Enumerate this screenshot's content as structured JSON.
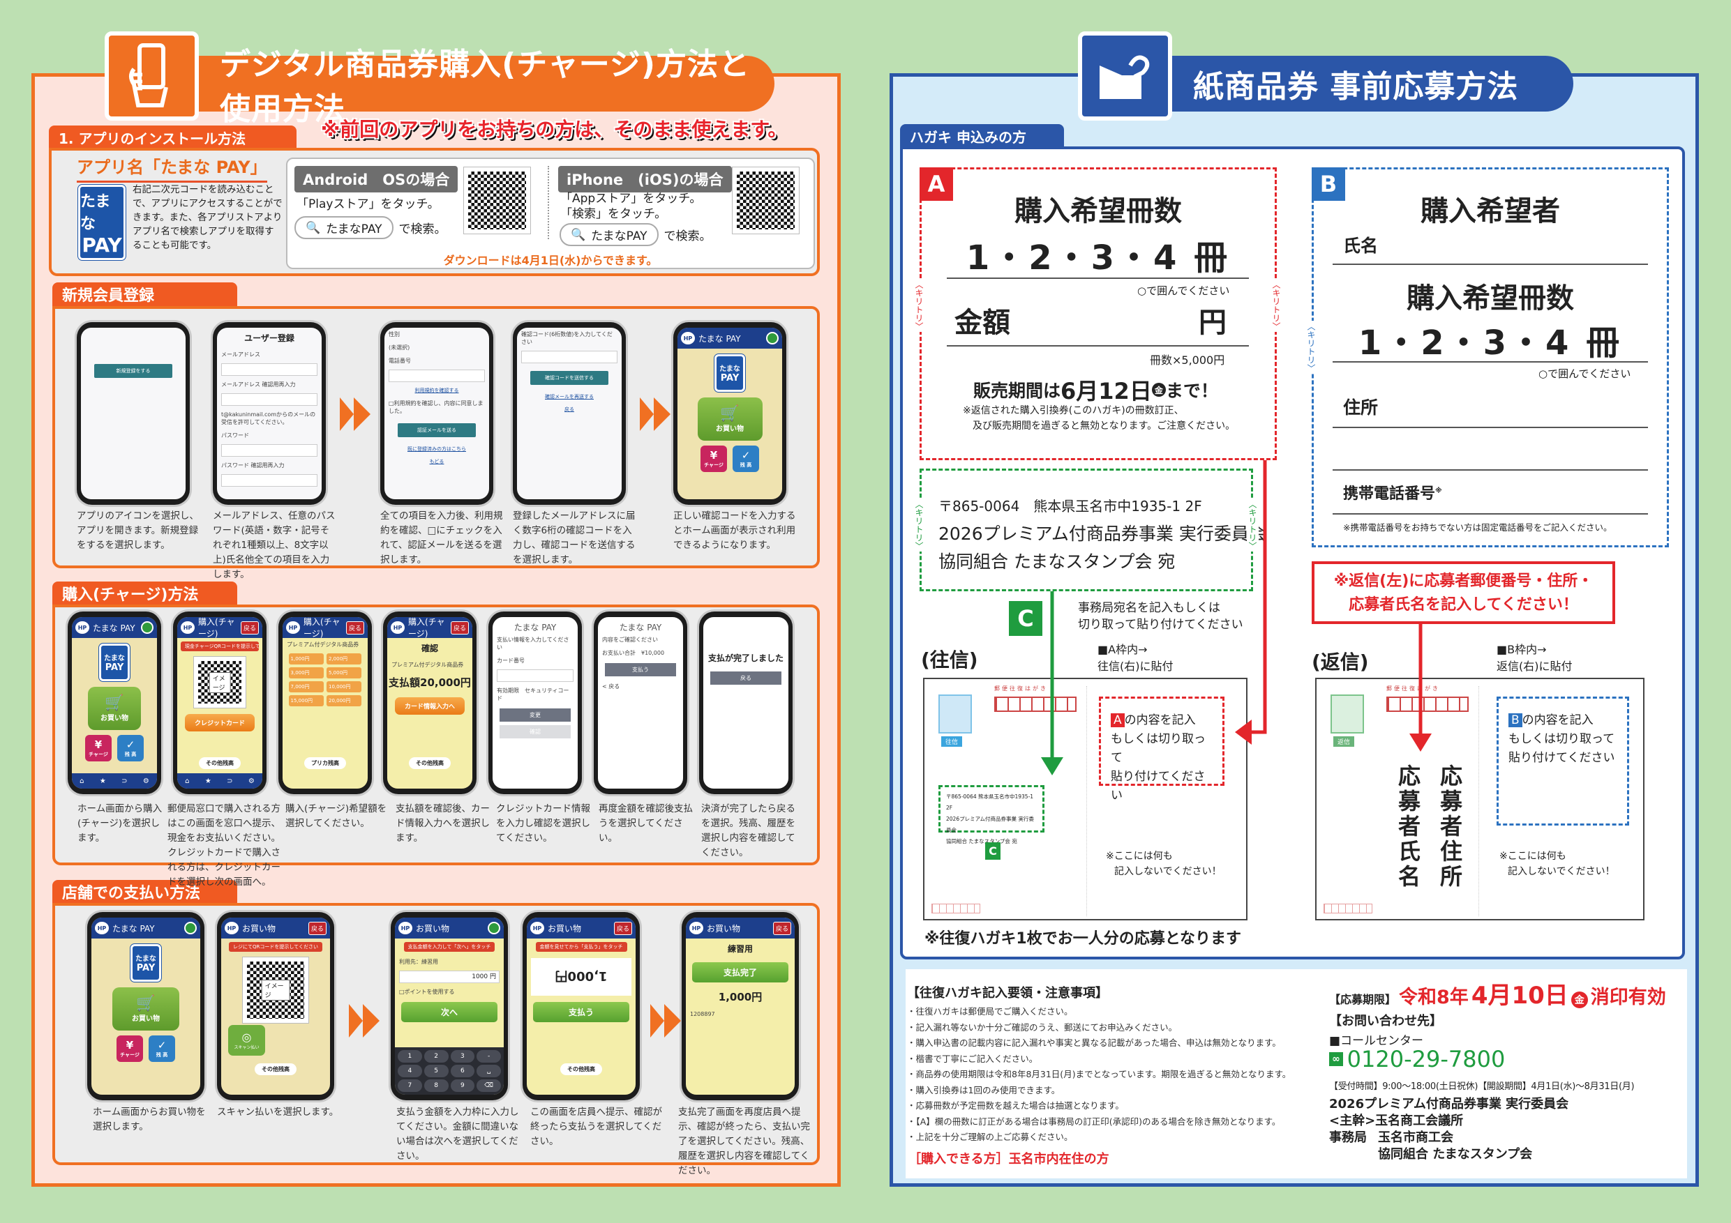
{
  "left": {
    "title": "デジタル商品券購入(チャージ)方法と使用方法",
    "slogan": "※前回のアプリをお持ちの方は、そのまま使えます。",
    "install": {
      "tab": "1. アプリのインストール方法",
      "app_name": "アプリ名「たまな PAY」",
      "logo_top": "たまな",
      "logo_bottom": "PAY",
      "description": "右記二次元コードを読み込むことで、アプリにアクセスすることができます。また、各アプリストアよりアプリ名で検索しアプリを取得することも可能です。",
      "android_label": "Android　OSの場合",
      "android_step": "「Playストア」をタッチ。",
      "iphone_label": "iPhone　(iOS)の場合",
      "iphone_step1": "「Appストア」をタッチ。",
      "iphone_step2": "「検索」をタッチ。",
      "search_term": "たまなPAY",
      "search_suffix": "で検索。",
      "download_note": "ダウンロードは4月1日(水)からできます。"
    },
    "register": {
      "tab": "新規会員登録",
      "phones": [
        {
          "bg": "#f7f7f9",
          "items": [
            {
              "k": "spacer"
            },
            {
              "k": "teal",
              "text": "新規登録をする"
            }
          ]
        },
        {
          "bg": "#f7f7f9",
          "items": [
            {
              "k": "title",
              "text": "ユーザー登録"
            },
            {
              "k": "small",
              "text": "メールアドレス"
            },
            {
              "k": "field"
            },
            {
              "k": "small",
              "text": "メールアドレス 確認用再入力"
            },
            {
              "k": "field"
            },
            {
              "k": "small",
              "text": "t@kakuninmail.comからのメールの受信を許可してください。"
            },
            {
              "k": "small",
              "text": "パスワード"
            },
            {
              "k": "field"
            },
            {
              "k": "small",
              "text": "パスワード 確認用再入力"
            },
            {
              "k": "field"
            }
          ]
        },
        {
          "bg": "#f7f7f9",
          "items": [
            {
              "k": "small",
              "text": "性別"
            },
            {
              "k": "small",
              "text": "(未選択)"
            },
            {
              "k": "small",
              "text": "電話番号"
            },
            {
              "k": "field"
            },
            {
              "k": "link",
              "text": "利用規約を確認する"
            },
            {
              "k": "small",
              "text": "□利用規約を確認し、内容に同意しました。"
            },
            {
              "k": "teal",
              "text": "認証メールを送る"
            },
            {
              "k": "link",
              "text": "既に登録済みの方はこちら"
            },
            {
              "k": "link",
              "text": "もどる"
            }
          ]
        },
        {
          "bg": "#f7f7f9",
          "items": [
            {
              "k": "small",
              "text": "確認コード(6桁数値)を入力してください"
            },
            {
              "k": "field"
            },
            {
              "k": "teal",
              "text": "確認コードを送信する"
            },
            {
              "k": "link",
              "text": "確認メールを再送する"
            },
            {
              "k": "link",
              "text": "戻る"
            }
          ]
        },
        {
          "bg": "#efe3b0",
          "header": "たまな PAY",
          "home": true,
          "items": [
            {
              "k": "logo"
            },
            {
              "k": "shop",
              "text": "お買い物"
            },
            {
              "k": "pair",
              "a": "チャージ",
              "b": "残 高"
            }
          ]
        }
      ],
      "descriptions": [
        "アプリのアイコンを選択し、アプリを開きます。新規登録をするを選択します。",
        "メールアドレス、任意のパスワード(英語・数字・記号それぞれ1種類以上、8文字以上)氏名他全ての項目を入力します。",
        "全ての項目を入力後、利用規約を確認、□にチェックを入れて、認証メールを送るを選択します。",
        "登録したメールアドレスに届く数字6桁の確認コードを入力し、確認コードを送信するを選択します。",
        "正しい確認コードを入力するとホーム画面が表示され利用できるようになります。"
      ]
    },
    "purchase": {
      "tab": "購入(チャージ)方法",
      "phones": [
        {
          "bg": "#efe3b0",
          "header": "たまな PAY",
          "home": true,
          "items": [
            {
              "k": "logo"
            },
            {
              "k": "shop",
              "text": "お買い物"
            },
            {
              "k": "pair",
              "a": "チャージ",
              "b": "残 高"
            },
            {
              "k": "nav"
            }
          ]
        },
        {
          "bg": "#f4eeaa",
          "header": "購入(チャージ)",
          "back": "戻る",
          "items": [
            {
              "k": "redbar",
              "text": "現金チャージQRコードを提示してください"
            },
            {
              "k": "qr",
              "text": "イメージ"
            },
            {
              "k": "orange",
              "text": "クレジットカード"
            },
            {
              "k": "pill",
              "text": "その他残高"
            },
            {
              "k": "nav"
            }
          ]
        },
        {
          "bg": "#f4eeaa",
          "header": "購入(チャージ)",
          "back": "戻る",
          "items": [
            {
              "k": "small",
              "text": "プレミアム付デジタル商品券"
            },
            {
              "k": "grid",
              "cells": [
                "1,000円",
                "2,000円",
                "3,000円",
                "5,000円",
                "7,000円",
                "10,000円",
                "15,000円",
                "20,000円"
              ]
            },
            {
              "k": "pill",
              "text": "プリカ残高"
            }
          ]
        },
        {
          "bg": "#f4eeaa",
          "header": "購入(チャージ)",
          "back": "戻る",
          "items": [
            {
              "k": "title",
              "text": "確認"
            },
            {
              "k": "small",
              "text": "プレミアム付デジタル商品券"
            },
            {
              "k": "big",
              "text": "支払額20,000円"
            },
            {
              "k": "orange",
              "text": "カード情報入力へ"
            },
            {
              "k": "pill",
              "text": "その他残高"
            }
          ]
        },
        {
          "bg": "#ffffff",
          "plain_title": "たまな PAY",
          "items": [
            {
              "k": "small",
              "text": "支払い情報を入力してください"
            },
            {
              "k": "small",
              "text": "カード番号"
            },
            {
              "k": "field"
            },
            {
              "k": "small",
              "text": "有効期限　セキュリティコード"
            },
            {
              "k": "gray",
              "text": "変更"
            },
            {
              "k": "lgray",
              "text": "確認"
            }
          ]
        },
        {
          "bg": "#ffffff",
          "plain_title": "たまな PAY",
          "items": [
            {
              "k": "small",
              "text": "内容をご確認ください"
            },
            {
              "k": "small",
              "text": "お支払い合計　¥10,000"
            },
            {
              "k": "gray",
              "text": "支払う"
            },
            {
              "k": "small",
              "text": "< 戻る"
            }
          ]
        },
        {
          "bg": "#ffffff",
          "items": [
            {
              "k": "spacer"
            },
            {
              "k": "title",
              "text": "支払が完了しました"
            },
            {
              "k": "gray",
              "text": "戻る"
            }
          ]
        }
      ],
      "descriptions": [
        "ホーム画面から購入(チャージ)を選択します。",
        "郵便局窓口で購入される方はこの画面を窓口へ提示、現金をお支払いください。クレジットカードで購入される方は、クレジットカードを選択し次の画面へ。",
        "購入(チャージ)希望額を選択してください。",
        "支払額を確認後、カード情報入力へを選択します。",
        "クレジットカード情報を入力し確認を選択してください。",
        "再度金額を確認後支払うを選択してください。",
        "決済が完了したら戻るを選択。残高、履歴を選択し内容を確認してください。"
      ]
    },
    "store": {
      "tab": "店舗での支払い方法",
      "phones": [
        {
          "bg": "#efe3b0",
          "header": "たまな PAY",
          "home": true,
          "items": [
            {
              "k": "logo"
            },
            {
              "k": "shop",
              "text": "お買い物"
            },
            {
              "k": "pair",
              "a": "チャージ",
              "b": "残 高"
            }
          ]
        },
        {
          "bg": "#efe3b0",
          "header": "お買い物",
          "back": "戻る",
          "items": [
            {
              "k": "redbar",
              "text": "レジにてQRコードを提示してください"
            },
            {
              "k": "qr",
              "text": "イメージ"
            },
            {
              "k": "camera",
              "text": "スキャン払い"
            },
            {
              "k": "pill",
              "text": "その他残高"
            }
          ]
        },
        {
          "bg": "#f4eeaa",
          "header": "お買い物",
          "home": true,
          "items": [
            {
              "k": "redbar",
              "text": "支払金額を入力して「次へ」をタッチ"
            },
            {
              "k": "small",
              "text": "利用先：練習用"
            },
            {
              "k": "field",
              "text": "1000 円"
            },
            {
              "k": "small",
              "text": "□ポイントを使用する"
            },
            {
              "k": "greenbtn",
              "text": "次へ"
            },
            {
              "k": "keypad",
              "keys": [
                "1",
                "2",
                "3",
                "-",
                "4",
                "5",
                "6",
                "␣",
                "7",
                "8",
                "9",
                "⌫"
              ]
            }
          ]
        },
        {
          "bg": "#f4eeaa",
          "header": "お買い物",
          "back": "戻る",
          "items": [
            {
              "k": "redbar",
              "text": "金額を見せてから「支払う」をタッチ"
            },
            {
              "k": "flip",
              "text": "1,000円"
            },
            {
              "k": "greenbtn",
              "text": "支払う"
            },
            {
              "k": "pill",
              "text": "その他残高"
            }
          ]
        },
        {
          "bg": "#f4eeaa",
          "header": "お買い物",
          "back": "戻る",
          "items": [
            {
              "k": "title",
              "text": "練習用"
            },
            {
              "k": "greenbtn",
              "text": "支払完了"
            },
            {
              "k": "big",
              "text": "1,000円"
            },
            {
              "k": "small",
              "text": "1208897"
            }
          ]
        }
      ],
      "descriptions": [
        "ホーム画面からお買い物を選択します。",
        "スキャン払いを選択します。",
        "支払う金額を入力枠に入力してください。金額に間違いない場合は次へを選択してください。",
        "この画面を店員へ提示、確認が終ったら支払うを選択してください。",
        "支払完了画面を再度店員へ提示、確認が終ったら、支払い完了を選択してください。残高、履歴を選択し内容を確認してください。"
      ]
    }
  },
  "right": {
    "title": "紙商品券 事前応募方法",
    "tab": "ハガキ 申込みの方",
    "cut_label": "〈キリトリ〉",
    "card_a": {
      "label": "A",
      "title": "購入希望冊数",
      "choices": "1・2・3・4 冊",
      "circle_note": "○で囲んでください",
      "amount_label": "金額",
      "yen": "円",
      "formula": "冊数×5,000円",
      "period_prefix": "販売期間は",
      "period_date": "6月12日",
      "period_day": "金",
      "period_suffix": "まで！",
      "note1": "※返信された購入引換券(このハガキ)の冊数訂正、",
      "note2": "及び販売期間を過ぎると無効となります。ご注意ください。"
    },
    "card_b": {
      "label": "B",
      "title": "購入希望者",
      "name_label": "氏名",
      "count_title": "購入希望冊数",
      "choices": "1・2・3・4 冊",
      "circle_note": "○で囲んでください",
      "address_label": "住所",
      "phone_label": "携帯電話番号",
      "phone_mark": "※",
      "phone_note": "※携帯電話番号をお持ちでない方は固定電話番号をご記入ください。"
    },
    "card_c": {
      "address": "〒865-0064　熊本県玉名市中1935-1 2F",
      "org": "2026プレミアム付商品券事業 実行委員会",
      "recipient": "協同組合 たまなスタンプ会 宛",
      "label": "C",
      "instruction1": "事務局宛名を記入もしくは",
      "instruction2": "切り取って貼り付けてください"
    },
    "warning1": "※返信(左)に応募者郵便番号・住所・",
    "warning2": "応募者氏名を記入してください！",
    "outgoing": {
      "label": "(往信)",
      "paste1": "■A枠内→",
      "paste2": "往信(右)に貼付",
      "postcard_header": "郵便往復はがき",
      "stamp_tag": "往信",
      "box_label": "A",
      "box1": "の内容を記入",
      "box2": "もしくは切り取って",
      "box3": "貼り付けてください",
      "mini1": "〒865-0064 熊本県玉名市中1935-1 2F",
      "mini2": "2026プレミアム付商品券事業 実行委員会",
      "mini3": "協同組合 たまなスタンプ会 宛",
      "c_label": "C",
      "no_write1": "※ここには何も",
      "no_write2": "記入しないでください！"
    },
    "reply": {
      "label": "(返信)",
      "paste1": "■B枠内→",
      "paste2": "返信(右)に貼付",
      "postcard_header": "郵便往復はがき",
      "stamp_tag": "返信",
      "address_v": "応募者住所",
      "name_v": "応募者氏名",
      "box_label": "B",
      "box1": "の内容を記入",
      "box2": "もしくは切り取って",
      "box3": "貼り付けてください",
      "no_write1": "※ここには何も",
      "no_write2": "記入しないでください！"
    },
    "one_per_card": "※往復ハガキ1枚でお一人分の応募となります",
    "notes": {
      "title": "【往復ハガキ記入要領・注意事項】",
      "items": [
        "・往復ハガキは郵便局でご購入ください。",
        "・記入漏れ等ないか十分ご確認のうえ、郵送にてお申込みください。",
        "・購入申込書の記載内容に記入漏れや事実と異なる記載があった場合、申込は無効となります。",
        "・楷書で丁寧にご記入ください。",
        "・商品券の使用期限は令和8年8月31日(月)までとなっています。期限を過ぎると無効となります。",
        "・購入引換券は1回のみ使用できます。",
        "・応募冊数が予定冊数を越えた場合は抽選となります。",
        "・【A】欄の冊数に訂正がある場合は事務局の訂正印(承認印)のある場合を除き無効となります。",
        "・上記を十分ご理解の上ご応募ください。"
      ],
      "eligible": "［購入できる方］玉名市内在住の方"
    },
    "contact": {
      "deadline_label": "【応募期限】",
      "deadline_prefix": "令和8年",
      "deadline_date": "4月10日",
      "deadline_day": "金",
      "deadline_suffix": "消印有効",
      "inquiry_title": "【お問い合わせ先】",
      "call_center": "■コールセンター",
      "freedial": "0120-29-7800",
      "hours": "【受付時間】9:00～18:00(土日祝休)【開設期間】4月1日(水)～8月31日(月)",
      "org": "2026プレミアム付商品券事業 実行委員会",
      "host": "<主幹>玉名商工会議所",
      "office_label": "事務局",
      "office1": "玉名市商工会",
      "office2": "協同組合 たまなスタンプ会"
    }
  },
  "colors": {
    "orange": "#f07022",
    "blue": "#2b56a8",
    "red": "#e3262b",
    "green": "#1f9c3f",
    "background": "#bde0b2"
  }
}
